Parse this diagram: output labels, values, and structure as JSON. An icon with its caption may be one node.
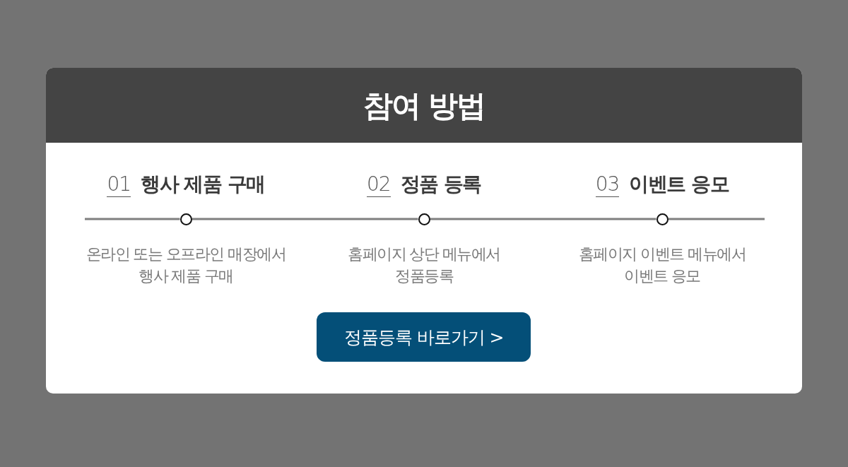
{
  "diagram": {
    "title": "참여 방법",
    "nodes": [
      {
        "text": [],
        "shape": "circle",
        "beside": [
          "01",
          "행사 제품 구매",
          "온라인 또는 오프라인 매장에서 행사 제품 구매"
        ]
      },
      {
        "text": [],
        "shape": "circle",
        "beside": [
          "02",
          "정품 등록",
          "홈페이지 상단 메뉴에서 정품등록"
        ]
      },
      {
        "text": [],
        "shape": "circle",
        "beside": [
          "03",
          "이벤트 응모",
          "홈페이지 이벤트 메뉴에서 이벤트 응모"
        ]
      },
      {
        "text": [
          "정품등록 바로가기 >"
        ]
      }
    ],
    "edges": [
      {
        "from": null,
        "to": 0,
        "arrow": "none"
      },
      {
        "from": 0,
        "to": 1,
        "arrow": "none"
      },
      {
        "from": 1,
        "to": 2,
        "arrow": "none"
      },
      {
        "from": 2,
        "to": null,
        "arrow": "none"
      }
    ]
  }
}
